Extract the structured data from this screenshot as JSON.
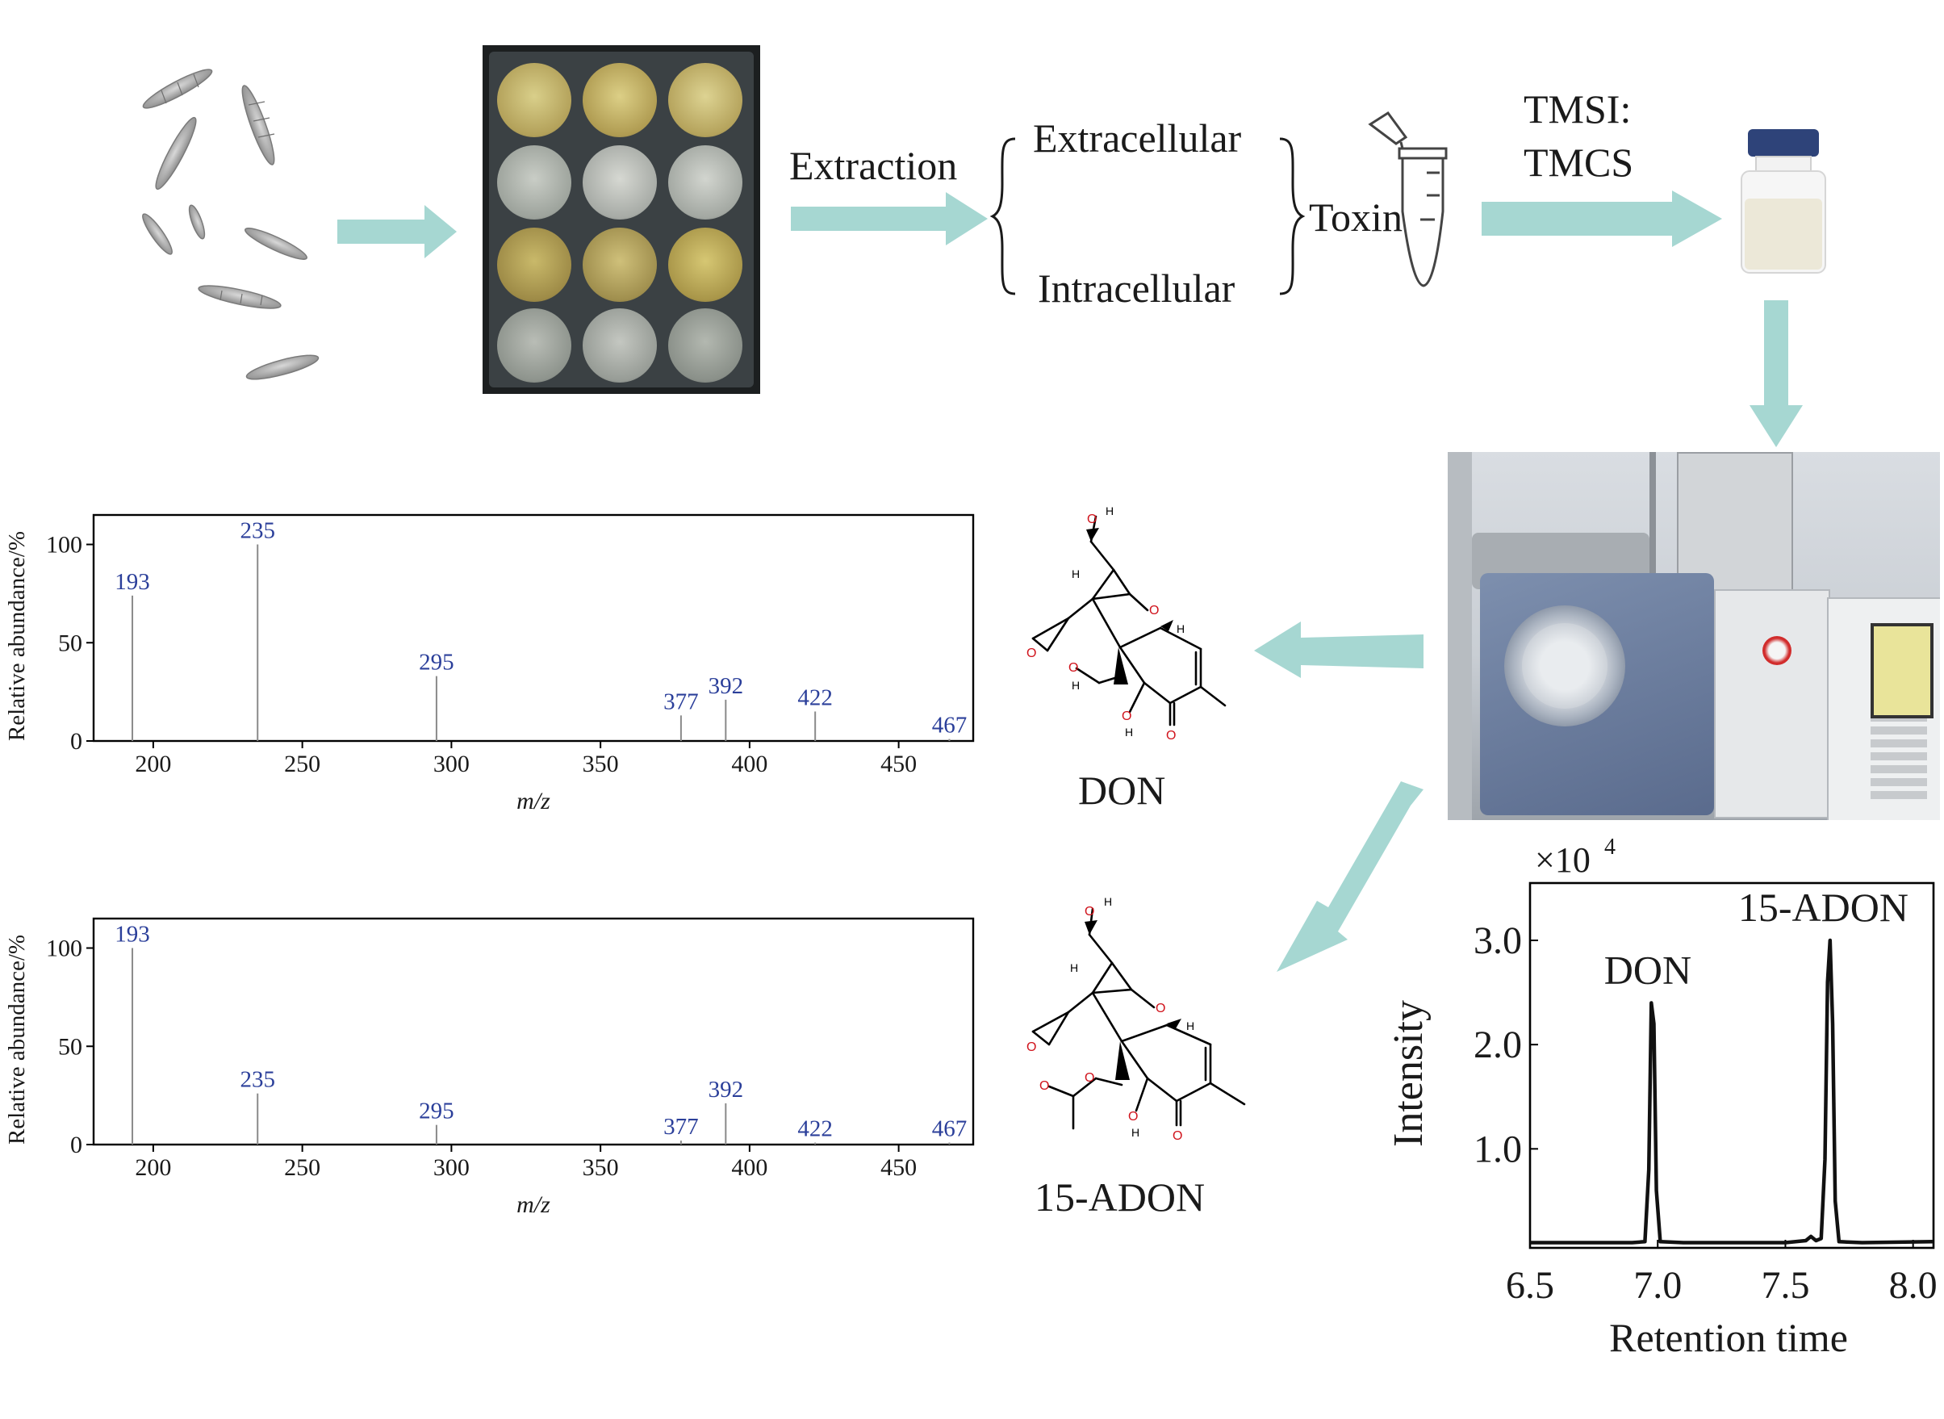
{
  "workflow": {
    "extraction_label": "Extraction",
    "extracellular_label": "Extracellular",
    "intracellular_label": "Intracellular",
    "toxin_label": "Toxin",
    "reagent_line1": "TMSI:",
    "reagent_line2": "TMCS"
  },
  "structures": {
    "don_label": "DON",
    "adon_label": "15-ADON",
    "atom_o": "O",
    "atom_h": "H"
  },
  "colors": {
    "arrow": "#a6d7d2",
    "spectrum_label": "#2b3f9a",
    "heteroatom": "#d0121b",
    "line": "#000000"
  },
  "chart_data": [
    {
      "type": "bar",
      "id": "don_mass_spectrum",
      "xlabel": "m/z",
      "ylabel": "Relative abundance/%",
      "xlim": [
        180,
        475
      ],
      "ylim": [
        0,
        115
      ],
      "xticks": [
        200,
        250,
        300,
        350,
        400,
        450
      ],
      "yticks": [
        0,
        50,
        100
      ],
      "peaks": [
        {
          "x": 193,
          "y": 74,
          "label": "193"
        },
        {
          "x": 235,
          "y": 100,
          "label": "235"
        },
        {
          "x": 295,
          "y": 33,
          "label": "295"
        },
        {
          "x": 377,
          "y": 13,
          "label": "377"
        },
        {
          "x": 392,
          "y": 21,
          "label": "392"
        },
        {
          "x": 422,
          "y": 15,
          "label": "422"
        },
        {
          "x": 467,
          "y": 1,
          "label": "467"
        }
      ]
    },
    {
      "type": "bar",
      "id": "adon_mass_spectrum",
      "xlabel": "m/z",
      "ylabel": "Relative abundance/%",
      "xlim": [
        180,
        475
      ],
      "ylim": [
        0,
        115
      ],
      "xticks": [
        200,
        250,
        300,
        350,
        400,
        450
      ],
      "yticks": [
        0,
        50,
        100
      ],
      "peaks": [
        {
          "x": 193,
          "y": 100,
          "label": "193"
        },
        {
          "x": 235,
          "y": 26,
          "label": "235"
        },
        {
          "x": 295,
          "y": 10,
          "label": "295"
        },
        {
          "x": 377,
          "y": 2,
          "label": "377"
        },
        {
          "x": 392,
          "y": 21,
          "label": "392"
        },
        {
          "x": 422,
          "y": 1,
          "label": "422"
        },
        {
          "x": 467,
          "y": 1,
          "label": "467"
        }
      ]
    },
    {
      "type": "line",
      "id": "gc_chromatogram",
      "xlabel": "Retention time",
      "ylabel": "Intensity",
      "multiplier": "×10",
      "multiplier_exp": "4",
      "xlim": [
        6.5,
        8.08
      ],
      "ylim": [
        0.05,
        3.55
      ],
      "xticks": [
        "6.5",
        "7.0",
        "7.5",
        "8.0"
      ],
      "yticks": [
        "1.0",
        "2.0",
        "3.0"
      ],
      "series": [
        {
          "name": "",
          "x": [
            6.5,
            6.9,
            6.95,
            6.965,
            6.975,
            6.985,
            6.995,
            7.01,
            7.1,
            7.5,
            7.58,
            7.6,
            7.62,
            7.64,
            7.655,
            7.665,
            7.675,
            7.685,
            7.695,
            7.71,
            7.8,
            8.08
          ],
          "y": [
            0.1,
            0.1,
            0.11,
            0.8,
            2.4,
            2.2,
            0.6,
            0.11,
            0.1,
            0.1,
            0.12,
            0.16,
            0.12,
            0.14,
            0.9,
            2.6,
            3.0,
            2.2,
            0.5,
            0.11,
            0.1,
            0.11
          ]
        }
      ],
      "annotations": [
        {
          "x": 6.98,
          "y": 2.4,
          "text": "DON"
        },
        {
          "x": 7.68,
          "y": 3.0,
          "text": "15-ADON"
        }
      ]
    }
  ]
}
